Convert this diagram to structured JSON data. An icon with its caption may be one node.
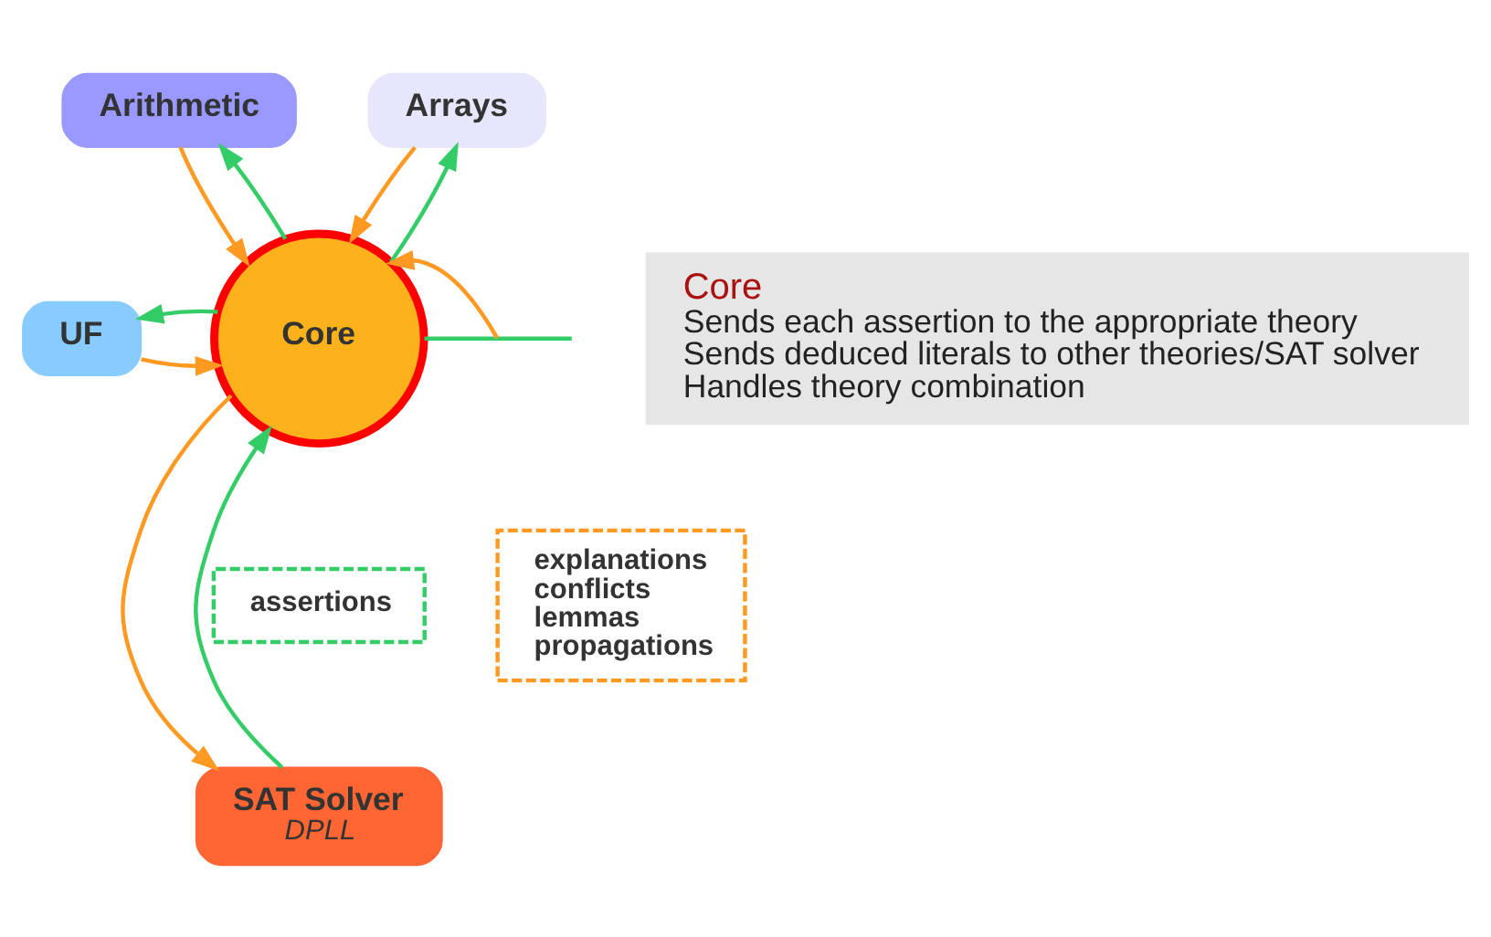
{
  "diagram": {
    "nodes": [
      {
        "text": [
          "Arithmetic"
        ]
      },
      {
        "text": [
          "Arrays"
        ]
      },
      {
        "text": [
          "UF"
        ]
      },
      {
        "text": [
          "Core"
        ]
      },
      {
        "text": [
          "SAT Solver",
          "DPLL"
        ]
      },
      {
        "text": [
          "assertions"
        ]
      },
      {
        "text": [
          "explanations conflicts lemmas propagations"
        ]
      },
      {
        "text": [
          "Core",
          "Sends each assertion to the appropriate theory",
          "Sends deduced literals to other theories/SAT solver",
          "Handles theory combination"
        ]
      }
    ],
    "edges": [
      {
        "from": 3,
        "to": 0,
        "arrow": "to",
        "color": "#33cc66"
      },
      {
        "from": 0,
        "to": 3,
        "arrow": "to",
        "color": "#ff9922"
      },
      {
        "from": 3,
        "to": 1,
        "arrow": "to",
        "color": "#33cc66"
      },
      {
        "from": 1,
        "to": 3,
        "arrow": "to",
        "color": "#ff9922"
      },
      {
        "from": 2,
        "to": 3,
        "arrow": "to",
        "color": "#ff9922"
      },
      {
        "from": 3,
        "to": 2,
        "arrow": "to",
        "color": "#33cc66"
      },
      {
        "from": 3,
        "to": null,
        "arrow": "none",
        "color": "#33cc66"
      },
      {
        "from": null,
        "to": 3,
        "arrow": "to",
        "color": "#ff9922"
      },
      {
        "from": 4,
        "to": 3,
        "arrow": "to",
        "color": "#33cc66"
      },
      {
        "from": 3,
        "to": 4,
        "arrow": "to",
        "color": "#ff9922"
      }
    ]
  }
}
